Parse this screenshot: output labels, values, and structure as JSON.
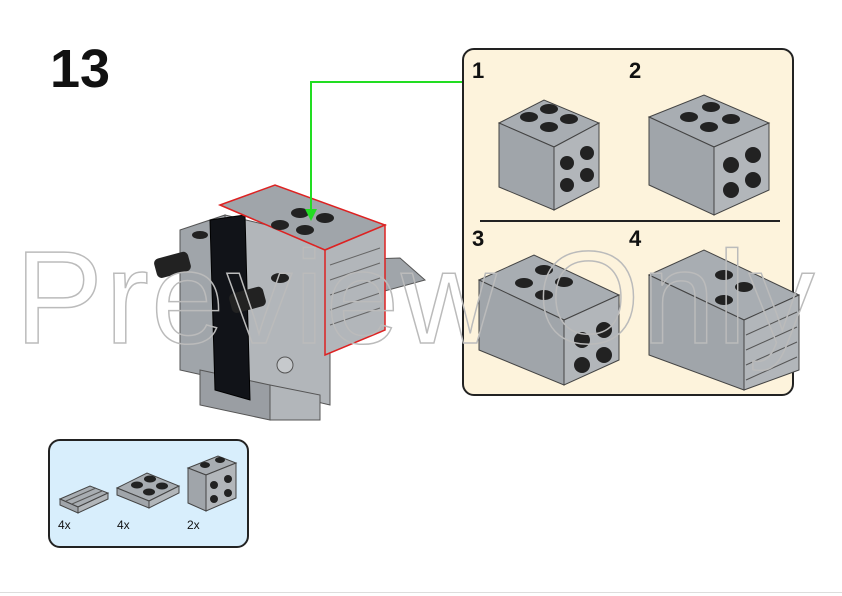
{
  "step": {
    "number": "13"
  },
  "subassembly": {
    "steps": [
      {
        "label": "1",
        "desc": "2x2 brick with studs on side"
      },
      {
        "label": "2",
        "desc": "2x3 brick assembly with side studs"
      },
      {
        "label": "3",
        "desc": "2x4 assembly with side studs"
      },
      {
        "label": "4",
        "desc": "2x4 assembly with grille tiles"
      }
    ]
  },
  "parts_list": {
    "items": [
      {
        "qty": "4x",
        "part": "grille-tile-1x2"
      },
      {
        "qty": "4x",
        "part": "plate-2x2"
      },
      {
        "qty": "2x",
        "part": "brick-2x2-studs-on-side"
      }
    ]
  },
  "watermark": {
    "text": "Preview Only"
  },
  "colors": {
    "subpanel_bg": "#fdf3dc",
    "parts_bg": "#d8eefc",
    "arrow": "#22dd22",
    "highlight": "#dd2222",
    "brick_gray": "#a0a5aa",
    "dark": "#111318"
  }
}
